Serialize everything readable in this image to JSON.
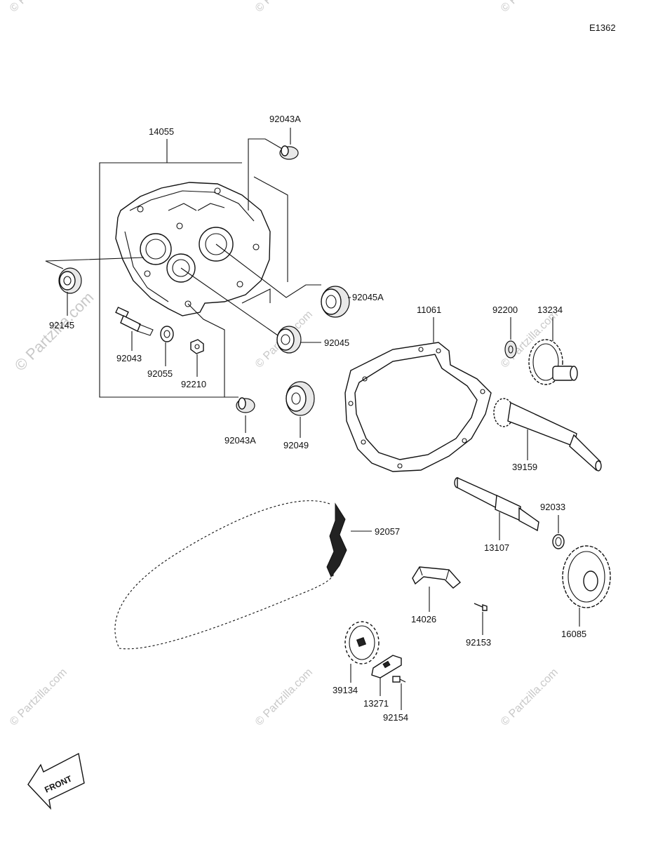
{
  "diagram_code": "E1362",
  "watermark": "© Partzilla.com",
  "front_label": "FRONT",
  "parts": {
    "p14055": "14055",
    "p92043A_top": "92043A",
    "p92043A_bottom": "92043A",
    "p92045A": "92045A",
    "p92045": "92045",
    "p92043": "92043",
    "p92055": "92055",
    "p92210": "92210",
    "p92049": "92049",
    "p92145": "92145",
    "p11061": "11061",
    "p92200": "92200",
    "p13234": "13234",
    "p39159": "39159",
    "p13107": "13107",
    "p92033": "92033",
    "p92057": "92057",
    "p14026": "14026",
    "p92153": "92153",
    "p16085": "16085",
    "p39134": "39134",
    "p13271": "13271",
    "p92154": "92154"
  }
}
